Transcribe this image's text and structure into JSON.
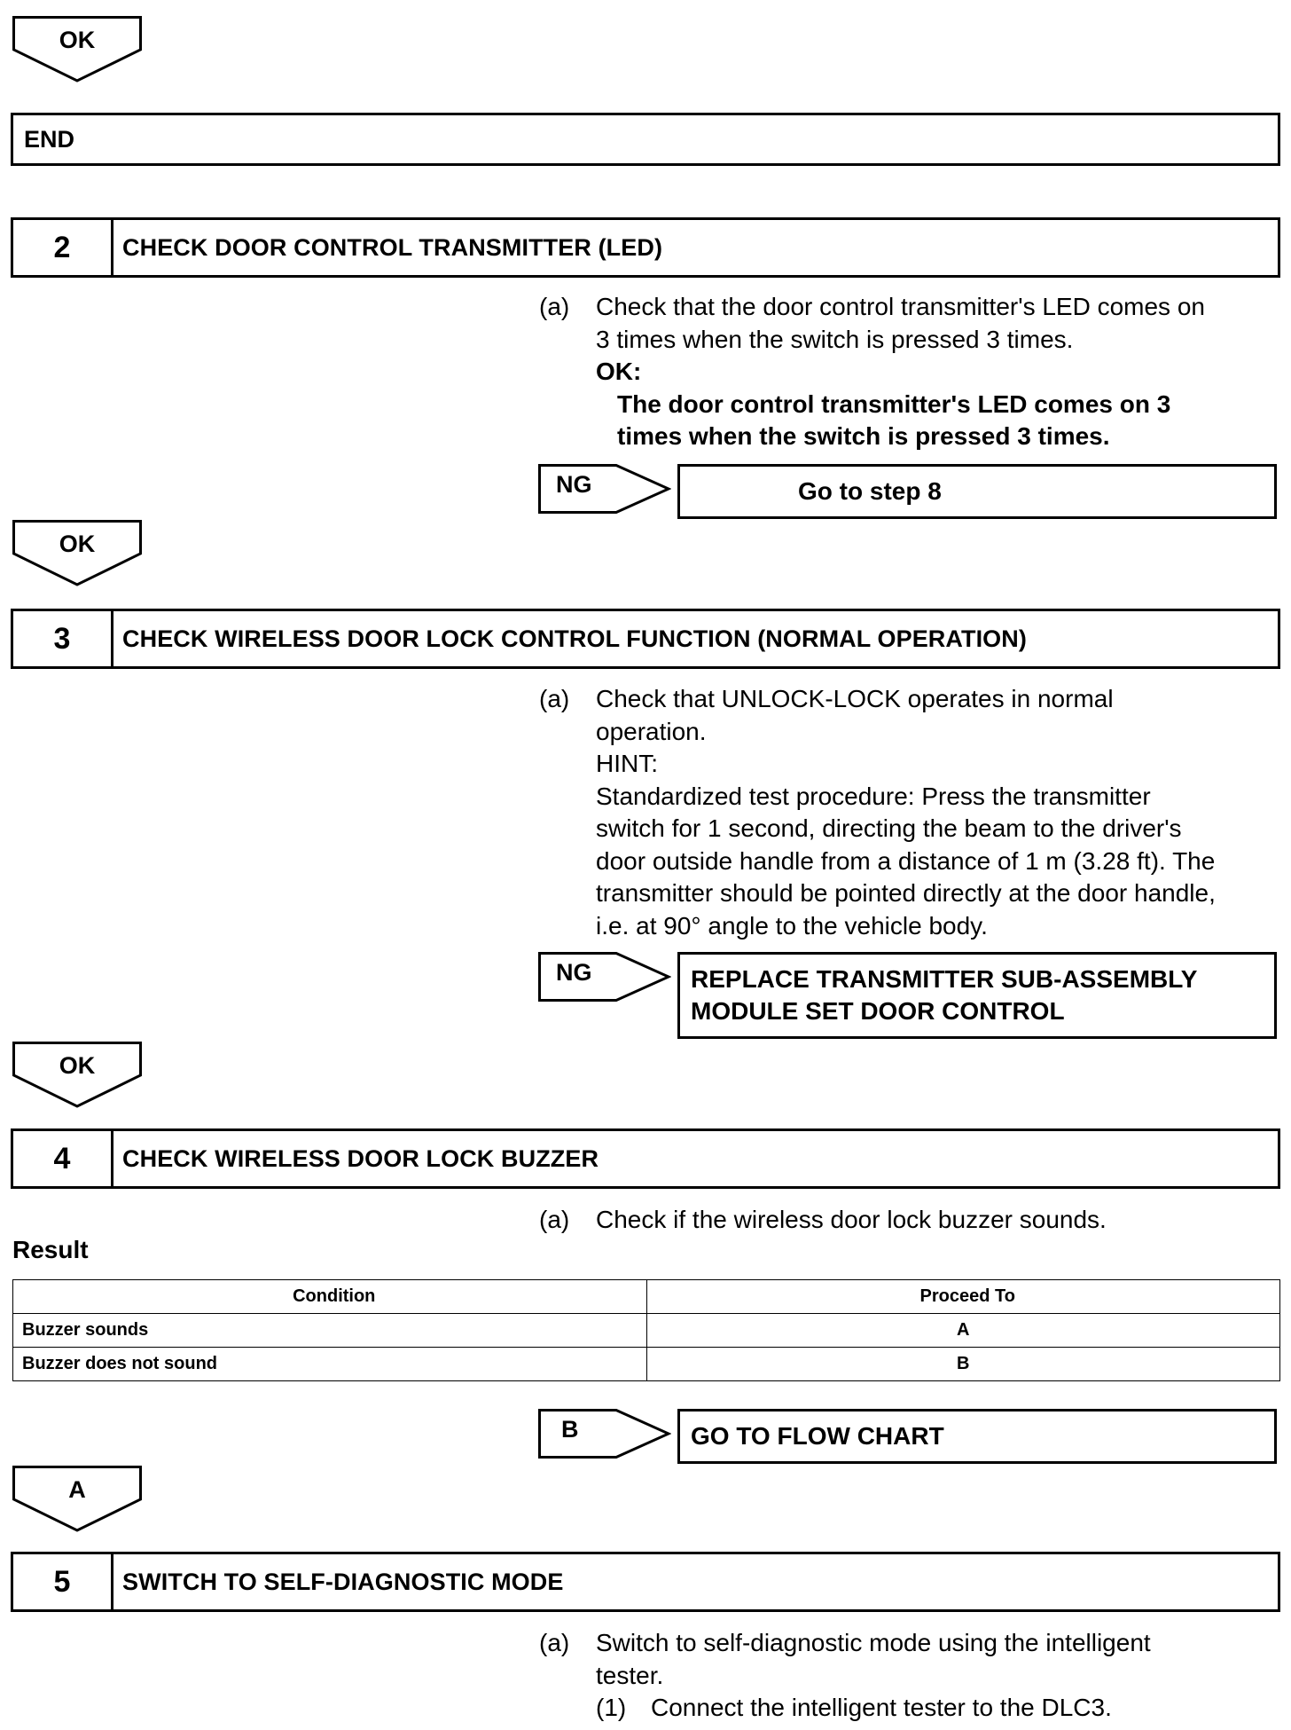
{
  "blocks": {
    "ok_1": "OK",
    "end": "END",
    "step2": {
      "number": "2",
      "title": "CHECK DOOR CONTROL TRANSMITTER (LED)",
      "marker": "(a)",
      "line1": "Check that the door control transmitter's LED comes on",
      "line2": "3 times when the switch is pressed 3 times.",
      "ok_label": "OK:",
      "ok_line1": "The door control transmitter's LED comes on 3",
      "ok_line2": "times when the switch is pressed 3 times.",
      "ng_label": "NG",
      "ng_action": "Go to step 8"
    },
    "ok_2": "OK",
    "step3": {
      "number": "3",
      "title": "CHECK WIRELESS DOOR LOCK CONTROL FUNCTION (NORMAL OPERATION)",
      "marker": "(a)",
      "lines": [
        "Check that UNLOCK-LOCK operates in normal",
        "operation.",
        "HINT:",
        "Standardized test procedure: Press the transmitter",
        "switch for 1 second, directing the beam to the driver's",
        "door outside handle from a distance of 1 m (3.28 ft). The",
        "transmitter should be pointed directly at the door handle,",
        "i.e. at 90° angle to the vehicle body."
      ],
      "ng_label": "NG",
      "ng_action_line1": "REPLACE TRANSMITTER SUB-ASSEMBLY",
      "ng_action_line2": "MODULE SET DOOR CONTROL"
    },
    "ok_3": "OK",
    "step4": {
      "number": "4",
      "title": "CHECK WIRELESS DOOR LOCK BUZZER",
      "marker": "(a)",
      "line1": "Check if the wireless door lock buzzer sounds.",
      "result_heading": "Result",
      "table": {
        "headers": [
          "Condition",
          "Proceed To"
        ],
        "rows": [
          [
            "Buzzer sounds",
            "A"
          ],
          [
            "Buzzer does not sound",
            "B"
          ]
        ]
      },
      "b_label": "B",
      "b_action": "GO TO FLOW CHART"
    },
    "a_result": "A",
    "step5": {
      "number": "5",
      "title": "SWITCH TO SELF-DIAGNOSTIC MODE",
      "marker": "(a)",
      "line1": "Switch to self-diagnostic mode using the intelligent",
      "line2": "tester.",
      "sub_marker": "(1)",
      "sub_line": "Connect the intelligent tester to the DLC3."
    }
  }
}
